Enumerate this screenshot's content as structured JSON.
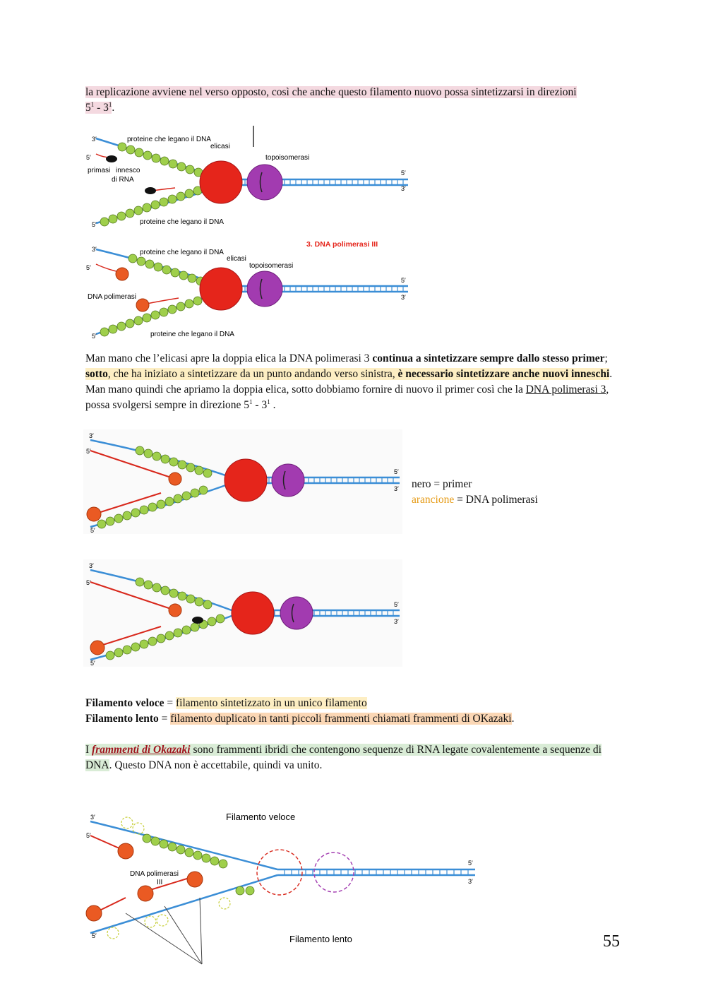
{
  "intro": {
    "text": "la replicazione avviene nel verso opposto, così che anche questo filamento nuovo possa sintetizzarsi in direzioni",
    "dir_a": "5",
    "sup_a": "1",
    "dash": " - ",
    "dir_b": "3",
    "sup_b": "1",
    "end": "."
  },
  "fig1": {
    "three_prime": "3′",
    "five_prime": "5′",
    "proteine_top": "proteine che legano il DNA",
    "elicasi": "elicasi",
    "topoisomerasi": "topoisomerasi",
    "primasi": "primasi",
    "innesco": "innesco",
    "di_rna": "di RNA",
    "proteine_bottom": "proteine che legano il DNA"
  },
  "fig2": {
    "title": "3. DNA polimerasi III",
    "three_prime": "3′",
    "five_prime": "5′",
    "proteine_top": "proteine che legano il DNA",
    "elicasi": "elicasi",
    "topoisomerasi": "topoisomerasi",
    "dna_polimerasi": "DNA polimerasi",
    "proteine_bottom": "proteine che legano il DNA"
  },
  "para2": {
    "s1": "Man mano che l’elicasi apre la doppia elica la DNA polimerasi 3 ",
    "b1": "continua a sintetizzare sempre dallo stesso primer",
    "s2": "; ",
    "b2": "sotto",
    "s3": ", che ha iniziato a sintetizzare da un punto andando verso sinistra, ",
    "b3": "è necessario sintetizzare anche nuovi inneschi",
    "s4": ". Man mano quindi che apriamo la doppia elica, sotto dobbiamo fornire di nuovo il primer così che la ",
    "u1": "DNA polimerasi 3",
    "s5": ", possa svolgersi sempre in direzione  ",
    "dir_a": "5",
    "sup_a": "1",
    "dash": " - ",
    "dir_b": "3",
    "sup_b": "1",
    "end": " ."
  },
  "legend": {
    "nero": "nero",
    "primer": " = primer",
    "arancione": "arancione",
    "polimerasi": " = DNA polimerasi"
  },
  "fig3": {
    "three_prime": "3′",
    "five_prime": "5′"
  },
  "fig4": {
    "three_prime": "3′",
    "five_prime": "5′"
  },
  "defs": {
    "veloce_term": "Filamento veloce",
    "eq": " = ",
    "veloce_def": "filamento sintetizzato in un unico filamento",
    "lento_term": "Filamento lento",
    "lento_def": "filamento duplicato in tanti piccoli frammenti chiamati frammenti di OKazaki",
    "lento_end": "."
  },
  "okazaki": {
    "i": "I ",
    "term": "frammenti di Okazaki",
    "s1": " sono frammenti ibridi che contengono sequenze di RNA legate covalentemente a sequenze di DNA",
    "s2": ". Questo DNA non è accettabile, quindi va unito."
  },
  "fig5": {
    "veloce": "Filamento veloce",
    "lento": "Filamento lento",
    "dna_polimerasi": "DNA polimerasi",
    "iii": "III",
    "three_prime": "3′",
    "five_prime": "5′"
  },
  "page_number": "55",
  "colors": {
    "dna_blue": "#3b8ed6",
    "rna_red": "#d8281c",
    "helicase": "#e5251b",
    "topoisomerase": "#a23bb0",
    "ssb_green": "#8fc23a",
    "polymerase": "#ea5a23"
  }
}
